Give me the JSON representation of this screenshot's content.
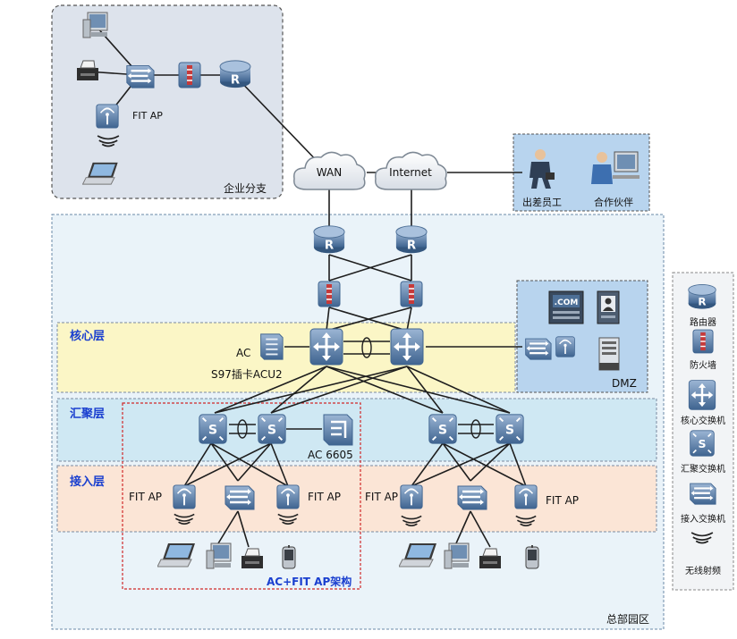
{
  "labels": {
    "branch": "企业分支",
    "fit_ap_branch": "FIT AP",
    "wan": "WAN",
    "internet": "Internet",
    "traveling_staff": "出差员工",
    "partner": "合作伙伴",
    "core_layer": "核心层",
    "agg_layer": "汇聚层",
    "access_layer": "接入层",
    "ac": "AC",
    "ac_card": "S97插卡ACU2",
    "ac6605": "AC 6605",
    "dmz": "DMZ",
    "com_label": ".COM",
    "fit_ap_1": "FIT AP",
    "fit_ap_2": "FIT AP",
    "fit_ap_3": "FIT AP",
    "fit_ap_4": "FIT AP",
    "arch": "AC+FIT AP架构",
    "hq": "总部园区",
    "router_glyph": "R",
    "agg_glyph": "S"
  },
  "legend": {
    "items": [
      {
        "icon": "router-icon",
        "label": "路由器"
      },
      {
        "icon": "firewall-icon",
        "label": "防火墙"
      },
      {
        "icon": "core-switch-icon",
        "label": "核心交换机"
      },
      {
        "icon": "aggregation-switch-icon",
        "label": "汇聚交换机"
      },
      {
        "icon": "access-switch-icon",
        "label": "接入交换机"
      },
      {
        "icon": "wireless-signal-icon",
        "label": "无线射频"
      }
    ]
  },
  "colors": {
    "device_blue": "#5b7ea8",
    "core_band": "#fbf6c6",
    "agg_band": "#cfe8f3",
    "access_band": "#fbe5d6",
    "campus_bg": "#eaf3f9",
    "dmz_bg": "#b8d4ee",
    "branch_bg": "#dde3ec",
    "arch_border": "#d02828",
    "arch_text": "#1a3fcf"
  }
}
